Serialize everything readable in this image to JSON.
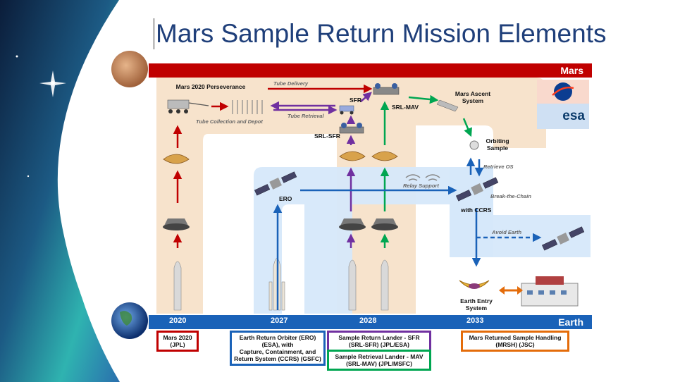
{
  "title": "Mars Sample Return Mission Elements",
  "bars": {
    "mars": "Mars",
    "earth": "Earth"
  },
  "years": [
    "2020",
    "2027",
    "2028",
    "2033"
  ],
  "labels": {
    "perseverance": "Mars 2020 Perseverance",
    "tube_delivery": "Tube Delivery",
    "tube_retrieval": "Tube Retrieval",
    "tube_collection": "Tube Collection and Depot",
    "sfr": "SFR",
    "srl_sfr": "SRL-SFR",
    "srl_mav": "SRL-MAV",
    "mars_ascent": "Mars Ascent System",
    "orbiting_sample": "Orbiting Sample",
    "retrieve_os": "Retrieve OS",
    "relay_support": "Relay Support",
    "break_chain": "Break-the-Chain",
    "ero": "ERO",
    "with_ccrs": "with CCRS",
    "avoid_earth": "Avoid Earth",
    "earth_entry": "Earth Entry System"
  },
  "logos": {
    "nasa": "NASA",
    "esa": "esa"
  },
  "boxes": {
    "mars2020": {
      "line1": "Mars 2020",
      "line2": "(JPL)",
      "color": "#c00000"
    },
    "ero": {
      "line1": "Earth Return Orbiter (ERO)",
      "line2": "(ESA), with",
      "line3": "Capture, Containment, and",
      "line4": "Return System (CCRS) (GSFC)",
      "color": "#1a62b8"
    },
    "sfr": {
      "line1": "Sample Return Lander - SFR",
      "line2": "(SRL-SFR) (JPL/ESA)",
      "color": "#7030a0"
    },
    "mav": {
      "line1": "Sample Retrieval Lander - MAV",
      "line2": "(SRL-MAV) (JPL/MSFC)",
      "color": "#00a651"
    },
    "mrsh": {
      "line1": "Mars Returned Sample Handling",
      "line2": "(MRSH) (JSC)",
      "color": "#e46c0a"
    }
  },
  "colors": {
    "red": "#c00000",
    "blue": "#1a62b8",
    "purple": "#7030a0",
    "green": "#00a651",
    "orange": "#e46c0a",
    "tan": "#f7e3cc",
    "lightblue": "#d6e8fa"
  }
}
